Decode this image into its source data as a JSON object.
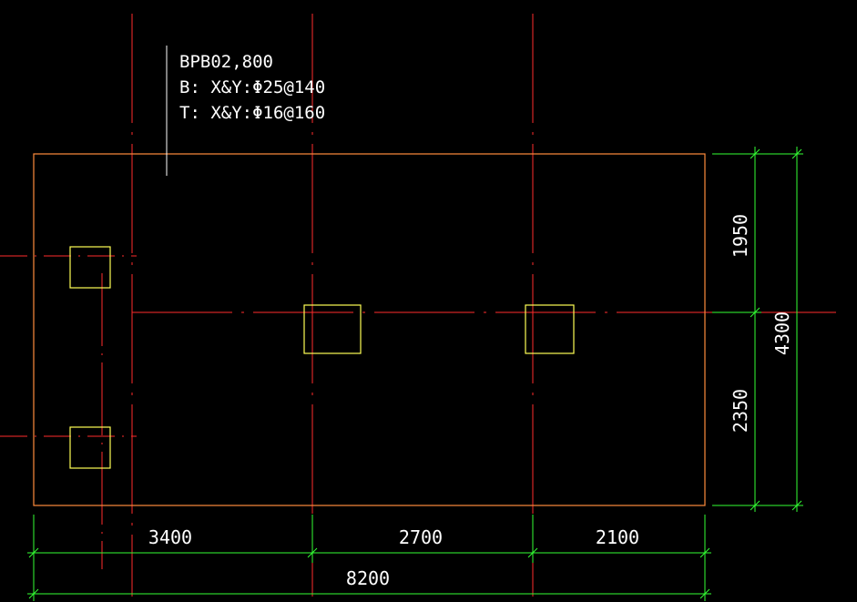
{
  "annotation": {
    "line1": "BPB02,800",
    "line2": "B: X&Y:Φ25@140",
    "line3": "T: X&Y:Φ16@160"
  },
  "dimensions": {
    "bottom": {
      "segment_1": "3400",
      "segment_2": "2700",
      "segment_3": "2100",
      "total": "8200"
    },
    "right": {
      "segment_top": "1950",
      "segment_bottom": "2350",
      "total": "4300"
    }
  },
  "colors": {
    "background": "#000000",
    "slab_outline": "#ff8c3c",
    "column": "#ffff55",
    "axis": "#ff2b2b",
    "dimension": "#33ff33",
    "text": "#ffffff"
  }
}
